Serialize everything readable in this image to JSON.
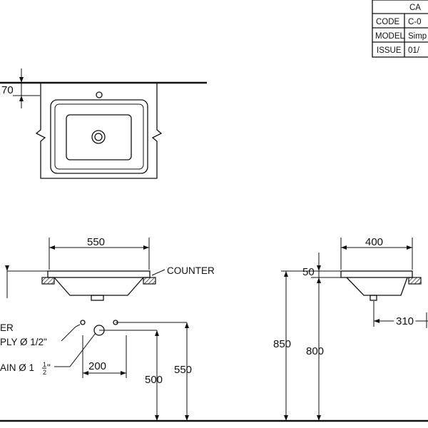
{
  "title_block": {
    "header": "CA",
    "rows": [
      {
        "key": "CODE",
        "value": "C-0"
      },
      {
        "key": "MODEL",
        "value": "Simp"
      },
      {
        "key": "ISSUE",
        "value": "01/"
      }
    ]
  },
  "top_view": {
    "dim_70": "70"
  },
  "front_view": {
    "dim_width": "550",
    "counter_label": "COUNTER",
    "supply_label_1": "ER",
    "supply_label_2": "PLY Ø 1/2\"",
    "drain_label": "AIN Ø 1",
    "drain_frac_num": "1",
    "drain_frac_den": "2",
    "drain_quote": "\"",
    "dim_200": "200",
    "dim_500": "500",
    "dim_550_height": "550"
  },
  "side_view": {
    "dim_width": "400",
    "dim_50": "50",
    "dim_310": "310",
    "dim_850": "850",
    "dim_800": "800"
  }
}
